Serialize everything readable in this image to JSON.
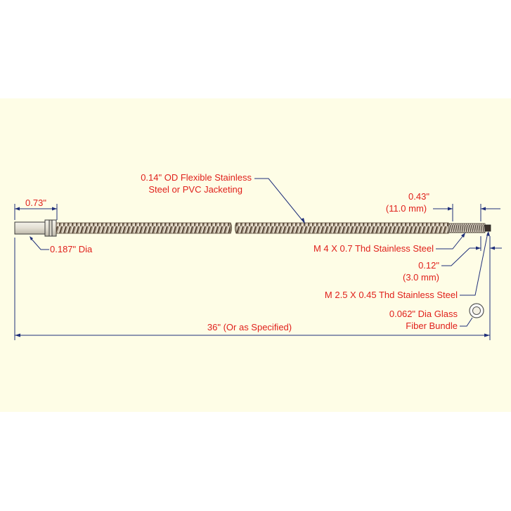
{
  "labels": {
    "jacketing_line1": "0.14\" OD Flexible Stainless",
    "jacketing_line2": "Steel or PVC Jacketing",
    "ferrule_length": "0.73\"",
    "ferrule_dia": "0.187\" Dia",
    "thread_length_in": "0.43\"",
    "thread_length_mm": "(11.0 mm)",
    "thread_m4": "M 4 X 0.7 Thd Stainless Steel",
    "tip_length_in": "0.12\"",
    "tip_length_mm": "(3.0 mm)",
    "thread_m25": "M 2.5 X 0.45 Thd Stainless Steel",
    "bundle_line1": "0.062\" Dia Glass",
    "bundle_line2": "Fiber Bundle",
    "overall_length": "36\" (Or as Specified)"
  },
  "colors": {
    "background_panel": "#fefde6",
    "label_text": "#e0201b",
    "leader_lines": "#1f2f7a",
    "jacket_dark": "#5a4a3a",
    "jacket_light": "#d8cfc0"
  }
}
